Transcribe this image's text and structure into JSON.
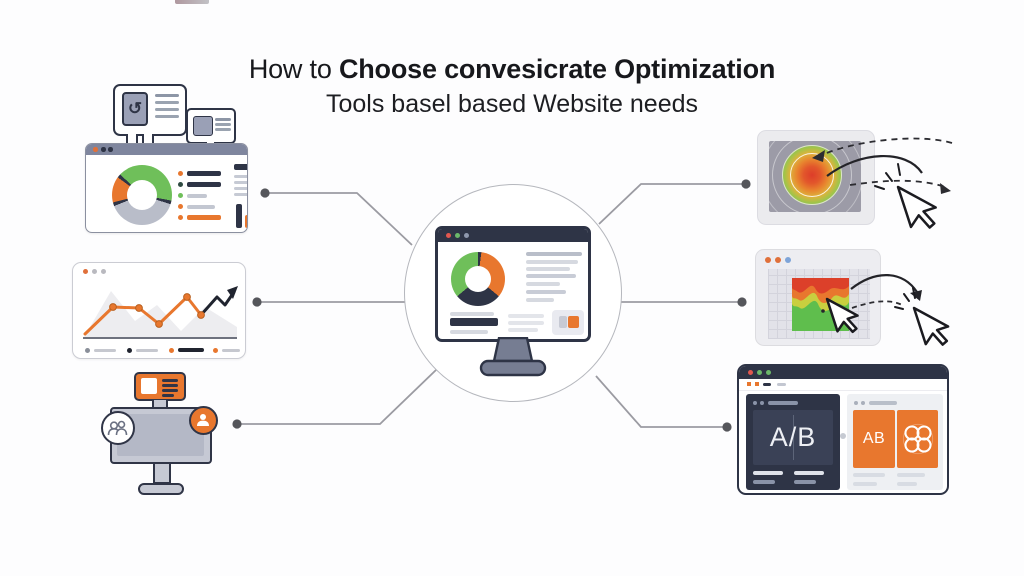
{
  "title": {
    "l1a": "How to ",
    "l1b": "Choose",
    "l1c": " convesicrate ",
    "l1d": "Optimization",
    "line2": "Tools basel based Website needs"
  },
  "ab_test": {
    "left_variant_label": "A/B",
    "right_variant_label": "AB"
  },
  "icons": {
    "monitor_card_glyph": "↺"
  },
  "nodes": {
    "center": "analytics-dashboard-monitor",
    "top_left": "reporting-dashboard-with-notifications",
    "mid_left": "trend-line-chart",
    "bottom_left": "audience-user-monitor",
    "top_right": "click-heatmap",
    "mid_right": "scroll-heatmap-with-cursor",
    "bottom_right": "ab-split-test-window"
  },
  "colors": {
    "background": "#FDFDFE",
    "orange": "#E8772E",
    "green": "#6FBF5A",
    "navy": "#2E3446",
    "gray": "#B9BCC9",
    "connector": "#9B9BA2",
    "dot_red": "#E2574F",
    "dot_green": "#6CB86A",
    "dot_blue": "#7EA4D8",
    "heat_red": "#DC402A",
    "heat_green": "#5FBE4D"
  }
}
